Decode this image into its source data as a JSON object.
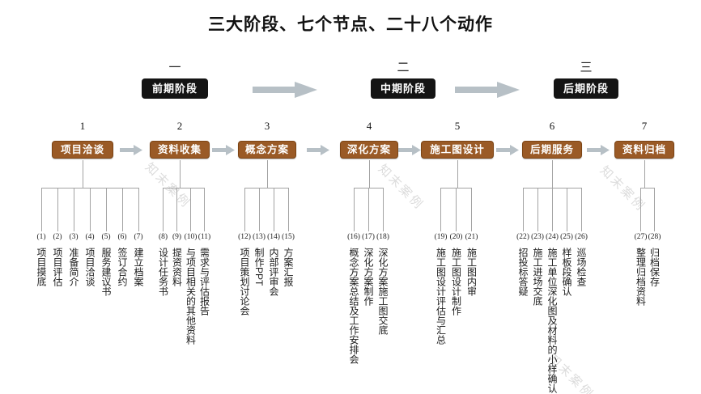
{
  "title": "三大阶段、七个节点、二十八个动作",
  "watermark": "知末案例",
  "colors": {
    "node_box": "#9a5a26",
    "node_box_border": "#7c4414",
    "phase_box": "#141414",
    "arrow": "#b7c0c6",
    "connector_line": "#a3a3a3"
  },
  "phases": [
    {
      "numeral": "一",
      "label": "前期阶段"
    },
    {
      "numeral": "二",
      "label": "中期阶段"
    },
    {
      "numeral": "三",
      "label": "后期阶段"
    }
  ],
  "nodes": [
    {
      "number": "1",
      "label": "项目洽谈",
      "items": [
        {
          "num": "(1)",
          "text": "项目摸底"
        },
        {
          "num": "(2)",
          "text": "项目评估"
        },
        {
          "num": "(3)",
          "text": "准备简介"
        },
        {
          "num": "(4)",
          "text": "项目洽谈"
        },
        {
          "num": "(5)",
          "text": "服务建议书"
        },
        {
          "num": "(6)",
          "text": "签订合约"
        },
        {
          "num": "(7)",
          "text": "建立档案"
        }
      ]
    },
    {
      "number": "2",
      "label": "资料收集",
      "items": [
        {
          "num": "(8)",
          "text": "设计任务书"
        },
        {
          "num": "(9)",
          "text": "提资资料"
        },
        {
          "num": "(10)",
          "text": "与项目相关的其他资料"
        },
        {
          "num": "(11)",
          "text": "需求与评估报告"
        }
      ]
    },
    {
      "number": "3",
      "label": "概念方案",
      "items": [
        {
          "num": "(12)",
          "text": "项目策划讨论会"
        },
        {
          "num": "(13)",
          "text": "制作PPT"
        },
        {
          "num": "(14)",
          "text": "内部评审会"
        },
        {
          "num": "(15)",
          "text": "方案汇报"
        }
      ]
    },
    {
      "number": "4",
      "label": "深化方案",
      "items": [
        {
          "num": "(16)",
          "text": "概念方案总结及工作安排会"
        },
        {
          "num": "(17)",
          "text": "深化方案制作"
        },
        {
          "num": "(18)",
          "text": "深化方案施工图交底"
        }
      ]
    },
    {
      "number": "5",
      "label": "施工图设计",
      "items": [
        {
          "num": "(19)",
          "text": "施工图设计评估与汇总"
        },
        {
          "num": "(20)",
          "text": "施工图设计制作"
        },
        {
          "num": "(21)",
          "text": "施工图内审"
        }
      ]
    },
    {
      "number": "6",
      "label": "后期服务",
      "items": [
        {
          "num": "(22)",
          "text": "招投标答疑"
        },
        {
          "num": "(23)",
          "text": "施工进场交底"
        },
        {
          "num": "(24)",
          "text": "施工单位深化图及材料的小样确认"
        },
        {
          "num": "(25)",
          "text": "样板段确认"
        },
        {
          "num": "(26)",
          "text": "巡场检查"
        }
      ]
    },
    {
      "number": "7",
      "label": "资料归档",
      "items": [
        {
          "num": "(27)",
          "text": "整理归档资料"
        },
        {
          "num": "(28)",
          "text": "归档保存"
        }
      ]
    }
  ]
}
